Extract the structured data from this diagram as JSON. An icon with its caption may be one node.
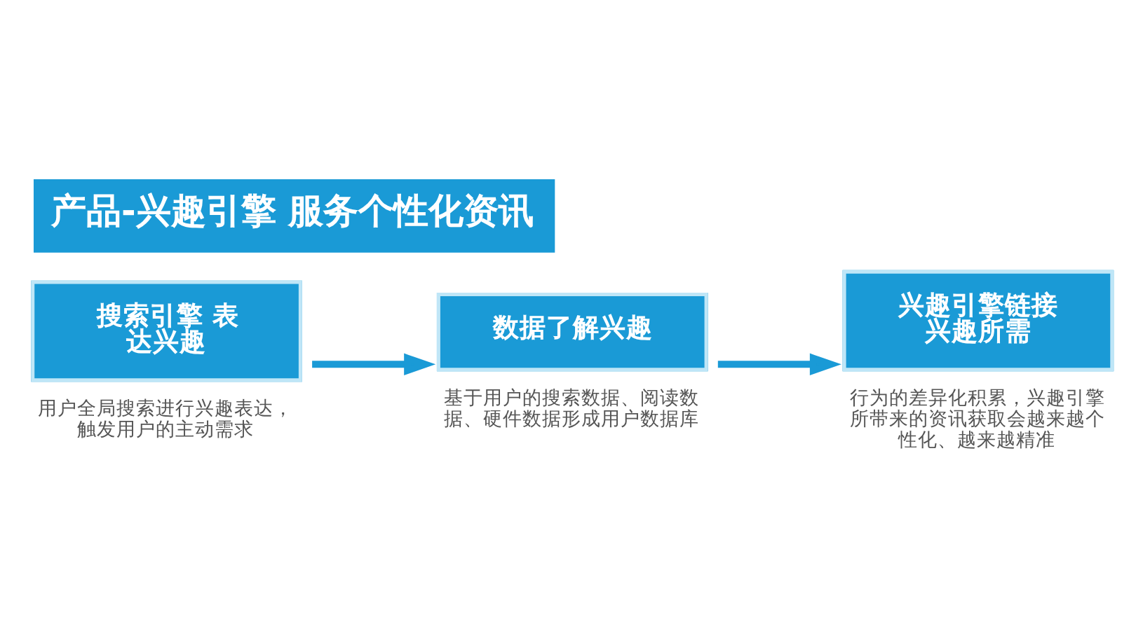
{
  "diagram": {
    "title": "产品-兴趣引擎 服务个性化资讯",
    "nodes": [
      {
        "text": [
          "搜索引擎 表达兴趣"
        ],
        "beside": [
          "用户全局搜索进行兴趣表达，触发用户的主动需求"
        ]
      },
      {
        "text": [
          "数据了解兴趣"
        ],
        "beside": [
          "基于用户的搜索数据、阅读数据、硬件数据形成用户数据库"
        ]
      },
      {
        "text": [
          "兴趣引擎链接兴趣所需"
        ],
        "beside": [
          "行为的差异化积累，兴趣引擎所带来的资讯获取会越来越个性化、越来越精准"
        ]
      }
    ],
    "edges": [
      {
        "from": 0,
        "to": 1,
        "arrow": "to"
      },
      {
        "from": 1,
        "to": 2,
        "arrow": "to"
      }
    ]
  }
}
